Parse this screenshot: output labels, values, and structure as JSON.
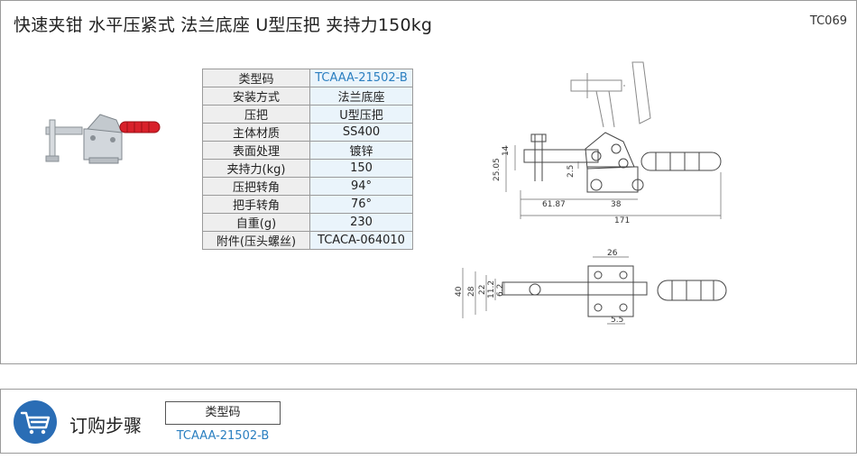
{
  "header": {
    "title": "快速夹钳   水平压紧式   法兰底座   U型压把   夹持力150kg",
    "code": "TC069"
  },
  "spec_table": {
    "rows": [
      {
        "key": "类型码",
        "value": "TCAAA-21502-B"
      },
      {
        "key": "安装方式",
        "value": "法兰底座"
      },
      {
        "key": "压把",
        "value": "U型压把"
      },
      {
        "key": "主体材质",
        "value": "SS400"
      },
      {
        "key": "表面处理",
        "value": "镀锌"
      },
      {
        "key": "夹持力(kg)",
        "value": "150"
      },
      {
        "key": "压把转角",
        "value": "94°"
      },
      {
        "key": "把手转角",
        "value": "76°"
      },
      {
        "key": "自重(g)",
        "value": "230"
      },
      {
        "key": "附件(压头螺丝)",
        "value": "TCACA-064010"
      }
    ]
  },
  "side_view": {
    "dims": {
      "d14": "14",
      "d2505": "25.05",
      "d25": "2.5",
      "d6187": "61.87",
      "d38": "38",
      "d171": "171"
    }
  },
  "top_view": {
    "dims": {
      "d26": "26",
      "d40": "40",
      "d28": "28",
      "d22": "22",
      "d112": "11.2",
      "d62": "6.2",
      "d55": "5.5"
    }
  },
  "order": {
    "title": "订购步骤",
    "header": "类型码",
    "value": "TCAAA-21502-B"
  },
  "colors": {
    "accent": "#2a7fc0",
    "icon_bg": "#2a6db5",
    "handle": "#d8202a"
  }
}
